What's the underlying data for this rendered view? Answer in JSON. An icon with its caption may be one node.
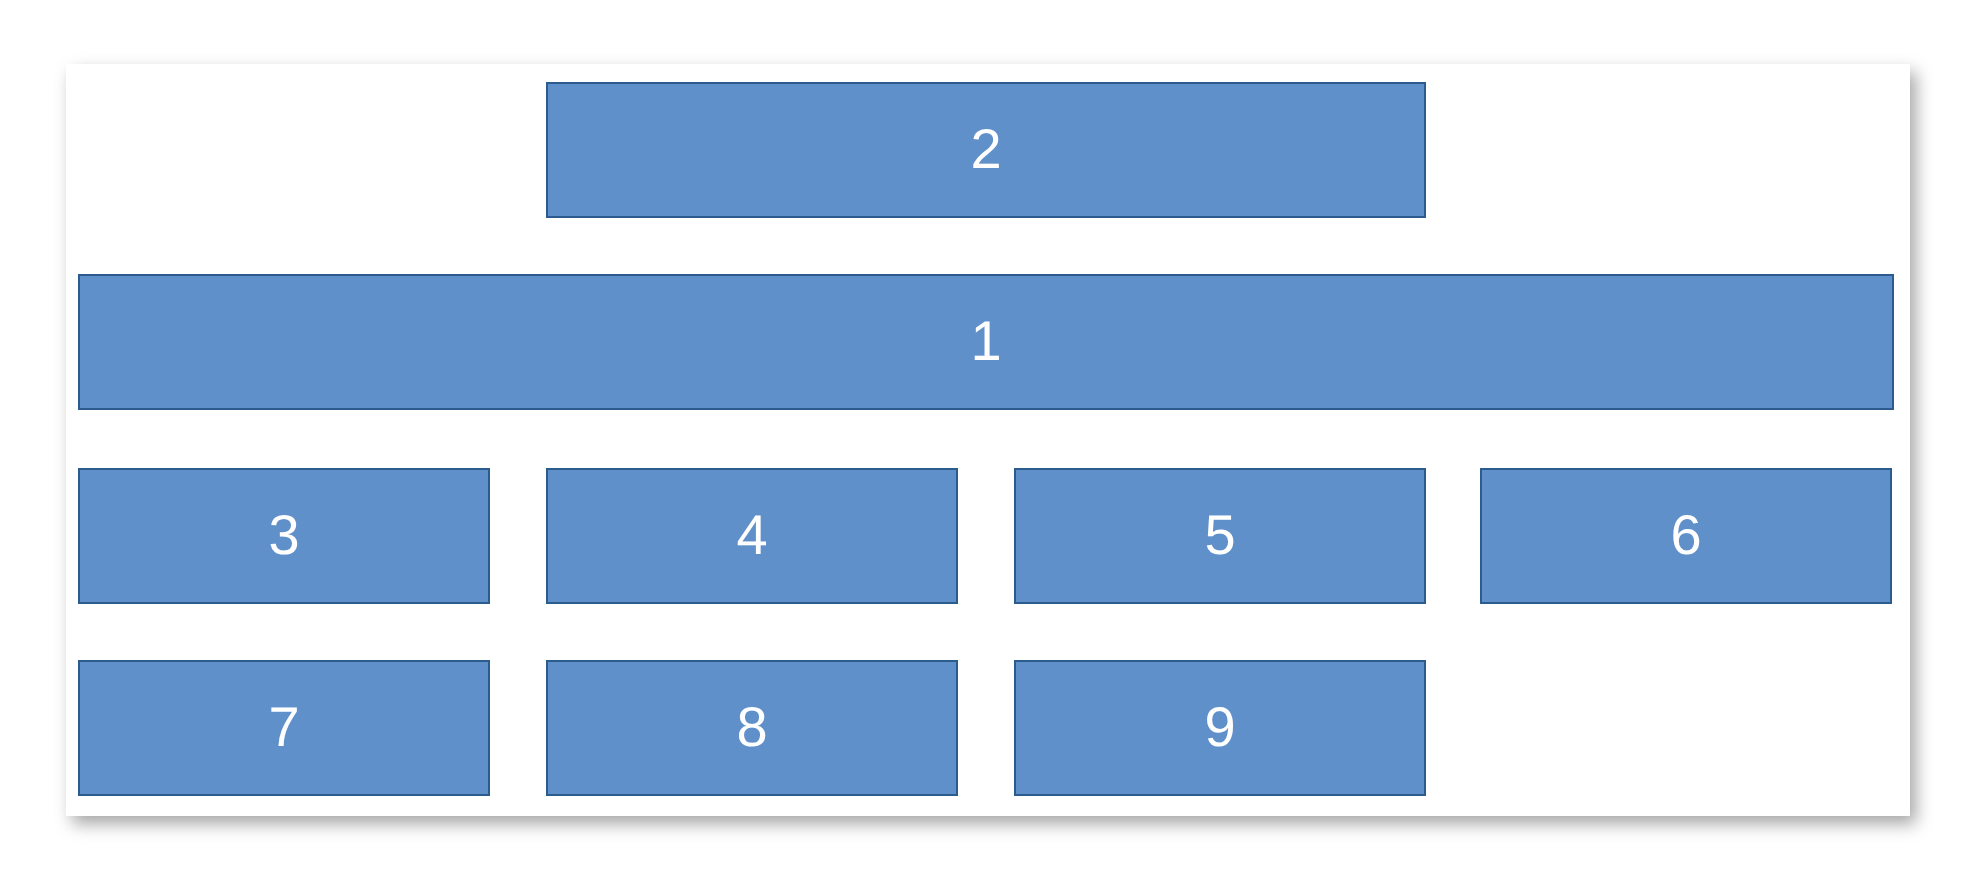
{
  "diagram": {
    "nodes": [
      {
        "text": [
          "2"
        ]
      },
      {
        "text": [
          "1"
        ]
      },
      {
        "text": [
          "3"
        ]
      },
      {
        "text": [
          "4"
        ]
      },
      {
        "text": [
          "5"
        ]
      },
      {
        "text": [
          "6"
        ]
      },
      {
        "text": [
          "7"
        ]
      },
      {
        "text": [
          "8"
        ]
      },
      {
        "text": [
          "9"
        ]
      }
    ],
    "edges": []
  }
}
